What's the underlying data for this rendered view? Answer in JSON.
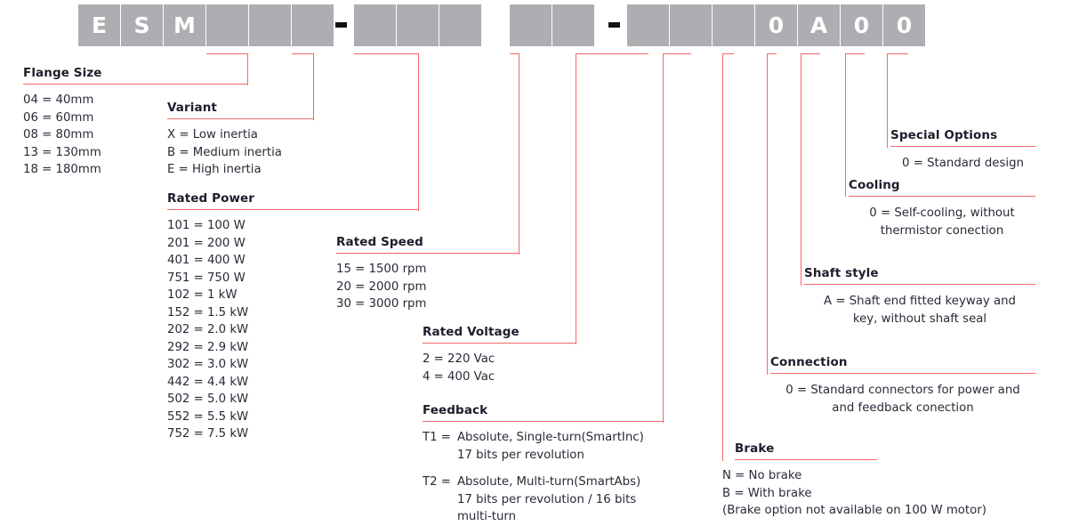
{
  "part_number": {
    "boxes": [
      {
        "char": "E"
      },
      {
        "char": "S"
      },
      {
        "char": "M"
      },
      {
        "char": ""
      },
      {
        "char": ""
      },
      {
        "char": ""
      },
      {
        "char": "-"
      },
      {
        "char": ""
      },
      {
        "char": ""
      },
      {
        "char": ""
      },
      {
        "char": ""
      },
      {
        "char": ""
      },
      {
        "char": "-"
      },
      {
        "char": ""
      },
      {
        "char": ""
      },
      {
        "char": ""
      },
      {
        "char": "0"
      },
      {
        "char": "A"
      },
      {
        "char": "0"
      },
      {
        "char": "0"
      }
    ],
    "prefix": "ESM",
    "visible_suffix": "0A00"
  },
  "colors": {
    "box_fill": "#aeaeb2",
    "box_text": "#ffffff",
    "leader_line": "#f4676b",
    "heading_text": "#1d1d2b",
    "body_text": "#2a2a38"
  },
  "blocks": {
    "flange_size": {
      "title": "Flange Size",
      "rows": [
        "04 = 40mm",
        "06 = 60mm",
        "08 = 80mm",
        "13 = 130mm",
        "18 = 180mm"
      ]
    },
    "variant": {
      "title": "Variant",
      "rows": [
        "X = Low inertia",
        "B = Medium inertia",
        "E = High inertia"
      ]
    },
    "rated_power": {
      "title": "Rated Power",
      "rows": [
        "101 = 100 W",
        "201 = 200 W",
        "401 = 400 W",
        "751 = 750 W",
        "102 = 1 kW",
        "152 = 1.5 kW",
        "202 = 2.0 kW",
        "292 = 2.9 kW",
        "302 = 3.0 kW",
        "442 = 4.4 kW",
        "502 = 5.0 kW",
        "552 = 5.5 kW",
        "752 = 7.5 kW"
      ]
    },
    "rated_speed": {
      "title": "Rated Speed",
      "rows": [
        "15 = 1500 rpm",
        "20 = 2000 rpm",
        "30 = 3000 rpm"
      ]
    },
    "rated_voltage": {
      "title": "Rated Voltage",
      "rows": [
        "2 = 220 Vac",
        "4 = 400 Vac"
      ]
    },
    "feedback": {
      "title": "Feedback",
      "entries": [
        {
          "key": "T1 =",
          "line1": "Absolute, Single-turn(SmartInc)",
          "line2": "17 bits per revolution",
          "line3": ""
        },
        {
          "key": "T2 =",
          "line1": "Absolute, Multi-turn(SmartAbs)",
          "line2": "17 bits per revolution / 16 bits",
          "line3": "multi-turn"
        }
      ]
    },
    "brake": {
      "title": "Brake",
      "rows": [
        "N = No brake",
        "B = With brake",
        "(Brake option not available on 100 W motor)"
      ]
    },
    "connection": {
      "title": "Connection",
      "line1": "0 = Standard connectors for power and",
      "line2": "and feedback conection"
    },
    "shaft_style": {
      "title": "Shaft style",
      "line1": "A = Shaft end fitted keyway and",
      "line2": "key, without shaft seal"
    },
    "cooling": {
      "title": "Cooling",
      "line1": "0 = Self-cooling, without",
      "line2": "thermistor conection"
    },
    "special_options": {
      "title": "Special Options",
      "line1": "0 = Standard design"
    }
  }
}
